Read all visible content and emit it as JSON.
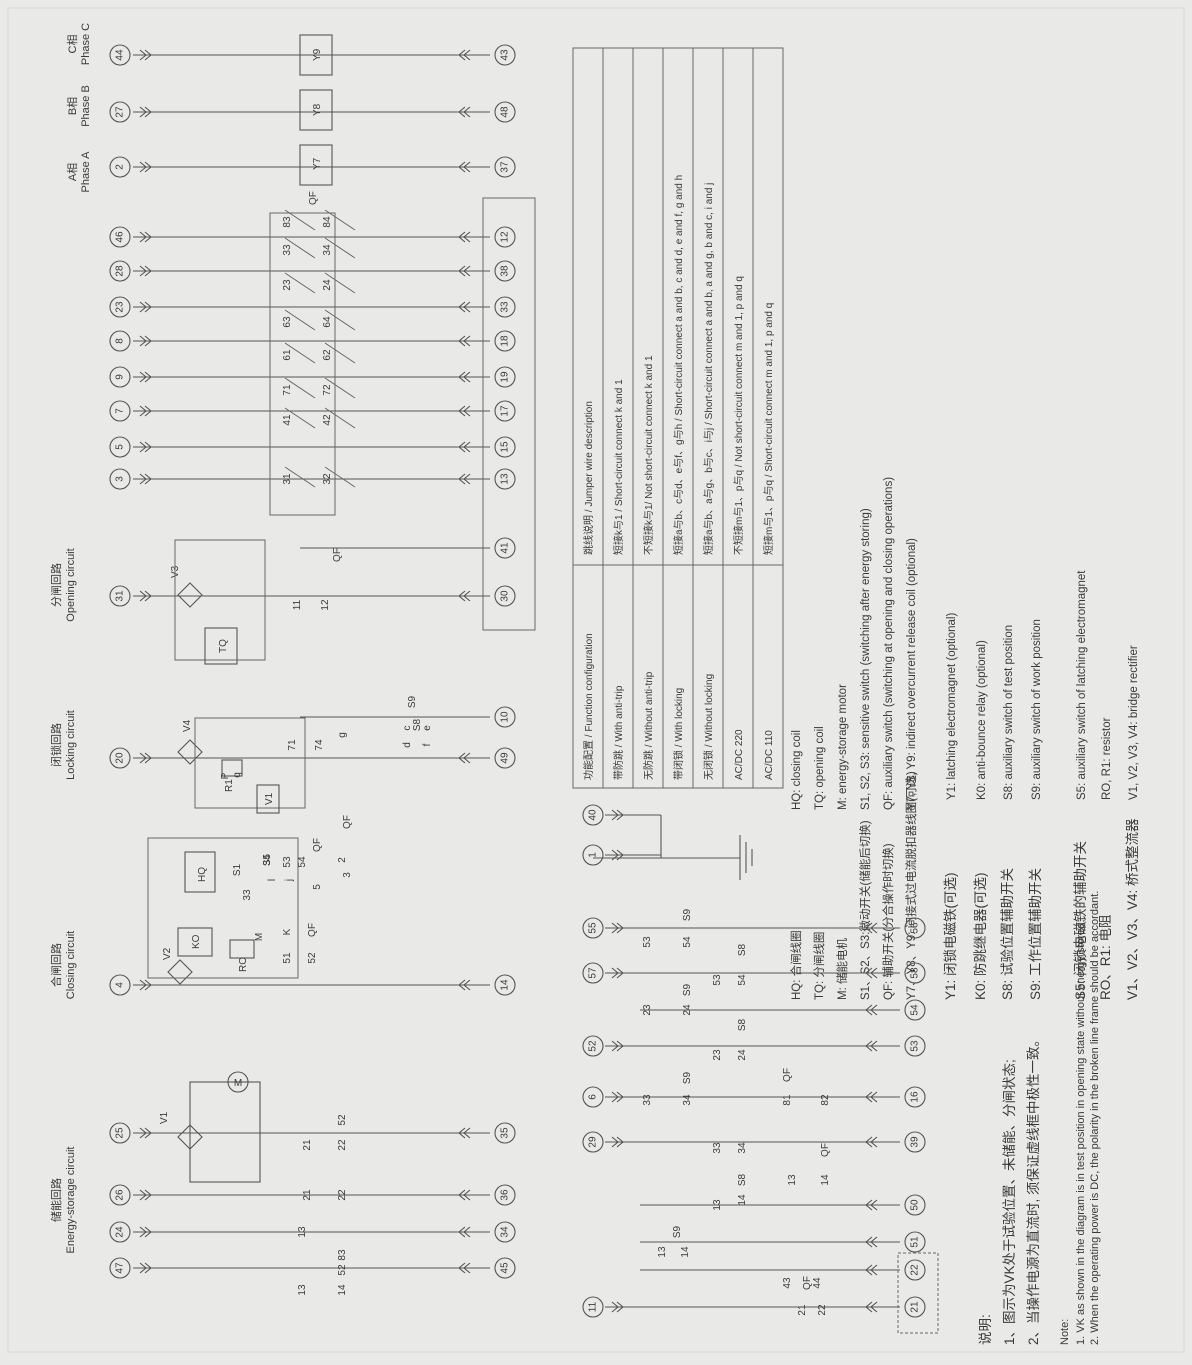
{
  "terminals": {
    "top_left_col": [
      "47",
      "24",
      "26",
      "25",
      "4",
      "20",
      "31",
      "3",
      "5",
      "7",
      "9",
      "8",
      "23",
      "28",
      "46",
      "2",
      "27",
      "44"
    ],
    "top_right_col": [
      "45",
      "34",
      "36",
      "35",
      "14",
      "49",
      "10",
      "30",
      "41",
      "13",
      "15",
      "17",
      "19",
      "18",
      "33",
      "38",
      "12",
      "37",
      "48",
      "43"
    ],
    "bottom_left_col": [
      "11",
      "29",
      "6",
      "52",
      "57",
      "55",
      "1",
      "40"
    ],
    "bottom_right_col": [
      "21",
      "22",
      "51",
      "50",
      "39",
      "16",
      "53",
      "54",
      "58",
      "56"
    ]
  },
  "circuits": {
    "energy_storage": {
      "zh": "储能回路",
      "en": "Energy-storage circuit"
    },
    "closing": {
      "zh": "合闸回路",
      "en": "Closing circuit"
    },
    "locking": {
      "zh": "闭锁回路",
      "en": "Locking circuit"
    },
    "opening": {
      "zh": "分闸回路",
      "en": "Opening circuit"
    },
    "phase_a": {
      "zh": "A相",
      "en": "Phase A"
    },
    "phase_b": {
      "zh": "B相",
      "en": "Phase B"
    },
    "phase_c": {
      "zh": "C相",
      "en": "Phase C"
    }
  },
  "components": {
    "M": "M",
    "V1": "V1",
    "V2": "V2",
    "V3": "V3",
    "V4": "V4",
    "HQ": "HQ",
    "KO": "KO",
    "RO": "RO",
    "R1": "R1",
    "TQ": "TQ",
    "Y7": "Y7",
    "Y8": "Y8",
    "Y9": "Y9",
    "QF": "QF",
    "S1": "S1",
    "S5": "S5",
    "S8": "S8",
    "S9": "S9",
    "K": "K",
    "M_small": "M",
    "P": "P",
    "q": "q",
    "l": "l",
    "j": "j"
  },
  "contacts": {
    "c13": "13",
    "c14": "14",
    "c21": "21",
    "c22": "22",
    "c52": "52",
    "c83": "83",
    "c33": "33",
    "c34": "34",
    "c53": "53",
    "c54": "54",
    "c51": "51",
    "c1": "1",
    "c2": "2",
    "c3": "3",
    "c5": "5",
    "c71": "71",
    "c74": "74",
    "c11": "11",
    "c12": "12",
    "c31": "31",
    "c32": "32",
    "c41": "41",
    "c42": "42",
    "c72": "72",
    "c61": "61",
    "c62": "62",
    "c63": "63",
    "c64": "64",
    "c23": "23",
    "c24": "24",
    "c84": "84",
    "c43": "43",
    "c44": "44",
    "c81": "81",
    "c82": "82",
    "b": "b",
    "g": "g",
    "d": "d",
    "c": "c",
    "f": "f",
    "e": "e"
  },
  "table": {
    "headers": [
      "功能配置 / Function configuration",
      "跳线说明 / Jumper wire description"
    ],
    "rows": [
      [
        "带防跳 / With anti-trip",
        "短接k与1 / Short-circuit connect k and 1"
      ],
      [
        "无防跳 / Without anti-trip",
        "不短接k与1/ Not short-circuit connect k and 1"
      ],
      [
        "带闭锁 / With locking",
        "短接a与b、c与d、e与f、g与h / Short-circuit connect a and b, c and d, e and f, g and h"
      ],
      [
        "无闭锁 / Without locking",
        "短接a与b、a与g、b与c、i与j / Short-circuit connect a and b, a and g, b and c, i and j"
      ],
      [
        "AC/DC 220",
        "不短接m与1、p与q / Not short-circuit connect m and 1, p and q"
      ],
      [
        "AC/DC 110",
        "短接m与1、p与q / Short-circuit connect m and 1, p and q"
      ]
    ]
  },
  "legend_zh": [
    "HQ: 合闸线圈",
    "TQ: 分闸线圈",
    "M: 储能电机",
    "S1、S2、S3:微动开关(储能后切换)",
    "QF: 辅助开关(分合操作时切换)",
    "Y7、Y8、Y9: 间接式过电流脱扣器线圈(可选)"
  ],
  "legend_en": [
    "HQ: closing coil",
    "TQ: opening coil",
    "M: energy-storage motor",
    "S1, S2, S3: sensitive switch (switching after energy storing)",
    "QF: auxiliary switch (switching at opening and closing operations)",
    "Y7, Y8, Y9: indirect overcurrent release coil (optional)"
  ],
  "legend2_zh": [
    "Y1: 闭锁电磁铁(可选)",
    "K0: 防跳继电器(可选)",
    "S8: 试验位置辅助开关",
    "S9: 工作位置辅助开关",
    "S5: 闭锁电磁铁的辅助开关",
    "RO、R1: 电阻",
    "V1、V2、V3、V4: 桥式整流器"
  ],
  "legend2_en": [
    "Y1: latching electromagnet (optional)",
    "K0: anti-bounce relay (optional)",
    "S8: auxiliary switch of test position",
    "S9: auxiliary switch of work position",
    "S5: auxiliary switch of latching electromagnet",
    "RO, R1: resistor",
    "V1, V2, V3, V4: bridge rectifier"
  ],
  "notes": {
    "zh_title": "说明:",
    "zh_1": "1、图示为VK处于试验位置、未储能、分闸状态;",
    "zh_2": "2、当操作电源为直流时, 须保证虚线框中极性一致。",
    "en_title": "Note:",
    "en_1": "1.  VK as shown in the diagram is in test position in opening state without energy stored;",
    "en_2": "2. When the operating power is DC, the polarity in the broken line frame should be accordant."
  }
}
